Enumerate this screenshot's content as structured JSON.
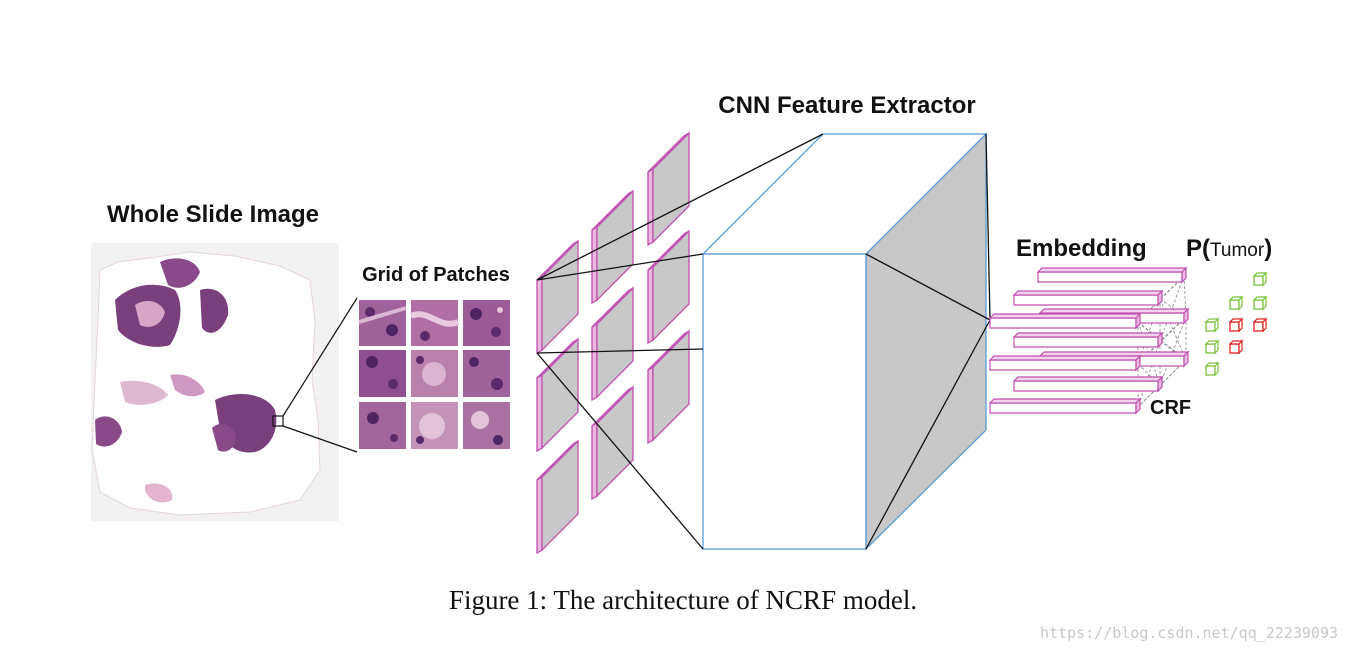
{
  "labels": {
    "wsi": "Whole Slide Image",
    "grid": "Grid of Patches",
    "cnn": "CNN Feature Extractor",
    "embedding": "Embedding",
    "p_prefix": "P(",
    "p_word": "Tumor",
    "p_suffix": ")",
    "crf": "CRF"
  },
  "caption": "Figure 1: The architecture of NCRF model.",
  "watermark": "https://blog.csdn.net/qq_22239093",
  "colors": {
    "patch_edge": "#c050b0",
    "cnn_edge": "#5b9bd5",
    "gray_face": "#c8c8c8",
    "tumor_positive": "#e02020",
    "tumor_negative": "#7cc040",
    "tissue_dark": "#7a3f7d",
    "tissue_light": "#d6a6c6"
  },
  "tumor_predictions": [
    {
      "row": 1,
      "col": 3,
      "label": "negative"
    },
    {
      "row": 2,
      "col": 2,
      "label": "negative"
    },
    {
      "row": 2,
      "col": 3,
      "label": "negative"
    },
    {
      "row": 3,
      "col": 1,
      "label": "negative"
    },
    {
      "row": 3,
      "col": 2,
      "label": "positive"
    },
    {
      "row": 3,
      "col": 3,
      "label": "positive"
    },
    {
      "row": 4,
      "col": 1,
      "label": "negative"
    },
    {
      "row": 4,
      "col": 2,
      "label": "positive"
    },
    {
      "row": 5,
      "col": 1,
      "label": "negative"
    }
  ]
}
